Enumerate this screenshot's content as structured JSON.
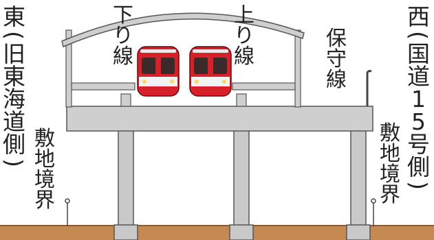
{
  "labels": {
    "east": "東(旧東海道側)",
    "west": "西(国道15号側)",
    "down_line": "下り線",
    "up_line": "上り線",
    "maintenance_line": "保守線",
    "boundary_left": "敷地境界",
    "boundary_right": "敷地境界"
  },
  "colors": {
    "ground": "#c58a52",
    "ground_dark": "#8c5a2e",
    "concrete": "#c9c9c9",
    "concrete_edge": "#555555",
    "train_red": "#d8202a",
    "train_white": "#f2f2f2"
  }
}
